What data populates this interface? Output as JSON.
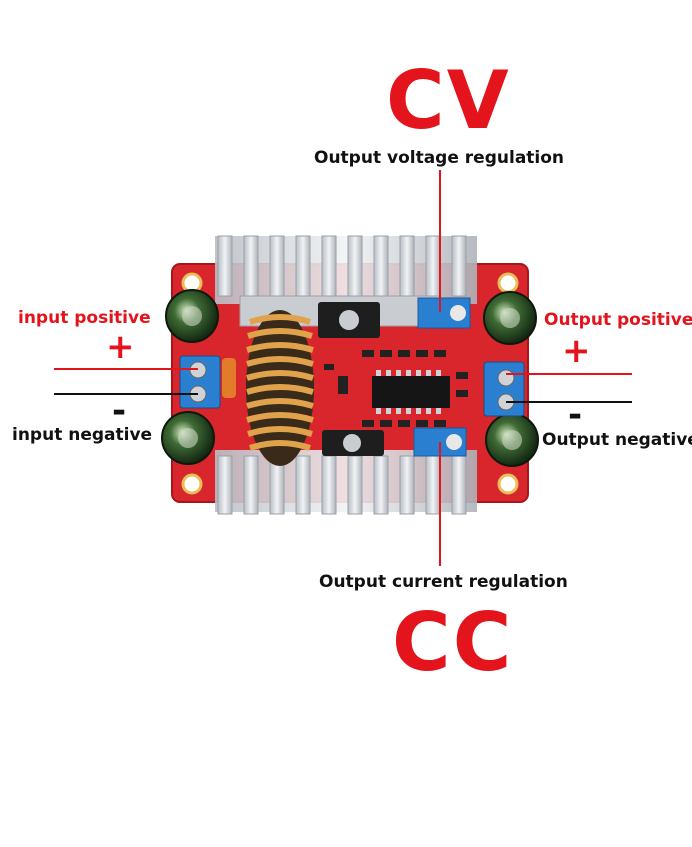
{
  "cv": {
    "letters": "CV",
    "caption": "Output voltage regulation"
  },
  "cc": {
    "letters": "CC",
    "caption": "Output current regulation"
  },
  "input": {
    "positive": "input positive",
    "negative": "input negative",
    "plus": "+",
    "minus": "-"
  },
  "output": {
    "positive": "Output positive",
    "negative": "Output negative",
    "plus": "+",
    "minus": "-"
  },
  "colors": {
    "accent": "#e3141b",
    "pcb": "#d8262c",
    "heatsink": "#d9dde2",
    "terminal": "#2b7fd0"
  }
}
